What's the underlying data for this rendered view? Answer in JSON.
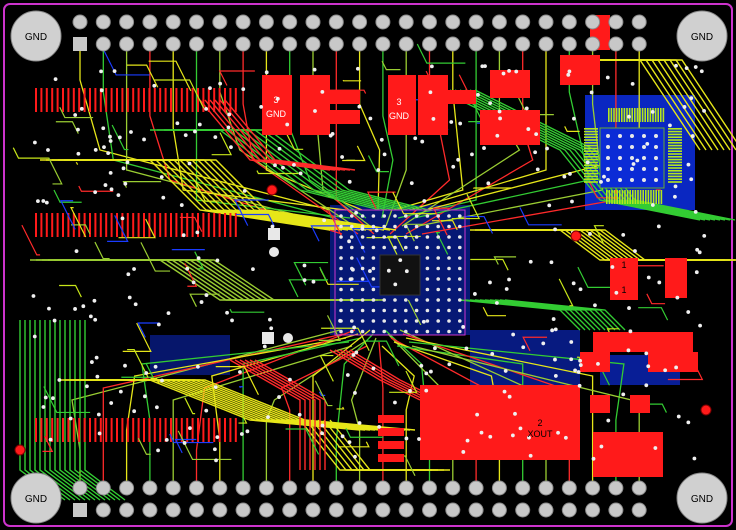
{
  "board": {
    "gnd_labels": [
      "GND",
      "GND",
      "GND",
      "GND"
    ],
    "pad_labels": {
      "left_3": "3",
      "left_gnd": "GND",
      "mid_3": "3",
      "mid_gnd": "GND"
    },
    "xout_label": "XOUT",
    "xout_number": "2",
    "small_markers": [
      "1",
      "1"
    ]
  },
  "colors": {
    "background": "#000000",
    "outline": "#cc33cc",
    "top_copper": "#ff1a1a",
    "bottom_copper": "#0033ff",
    "signal_yellow": "#e6e619",
    "signal_green": "#33cc33",
    "pad_gray": "#c8c8c8"
  },
  "icons": [
    "mounting-hole-icon",
    "header-pin-icon",
    "via-icon",
    "ic-chip-icon"
  ]
}
